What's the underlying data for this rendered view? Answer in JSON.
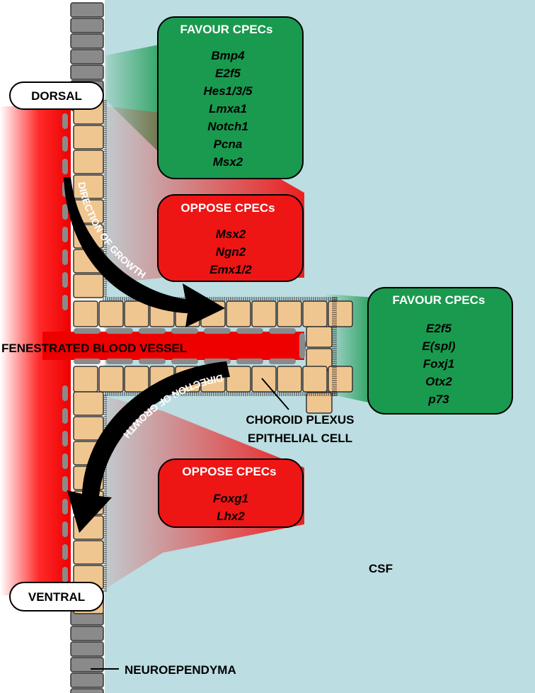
{
  "labels": {
    "dorsal": "DORSAL",
    "ventral": "VENTRAL",
    "vessel": "FENESTRATED BLOOD VESSEL",
    "csf": "CSF",
    "neuroependyma": "NEUROEPENDYMA",
    "cpec_line1": "CHOROID PLEXUS",
    "cpec_line2": "EPITHELIAL CELL",
    "growth_upper": "DIRECTION OF GROWTH",
    "growth_lower": "DIRECTION OF GROWTH"
  },
  "boxes": {
    "favour_dorsal": {
      "title": "FAVOUR CPECs",
      "genes": [
        "Bmp4",
        "E2f5",
        "Hes1/3/5",
        "Lmxa1",
        "Notch1",
        "Pcna",
        "Msx2"
      ]
    },
    "oppose_dorsal": {
      "title": "OPPOSE CPECs",
      "genes": [
        "Msx2",
        "Ngn2",
        "Emx1/2"
      ]
    },
    "favour_tip": {
      "title": "FAVOUR CPECs",
      "genes": [
        "E2f5",
        "E(spl)",
        "Foxj1",
        "Otx2",
        "p73"
      ]
    },
    "oppose_ventral": {
      "title": "OPPOSE CPECs",
      "genes": [
        "Foxg1",
        "Lhx2"
      ]
    }
  },
  "colors": {
    "csf": "#bcdde1",
    "favour": "#1a9a4f",
    "oppose": "#ee1515",
    "cell": "#f0c690",
    "neuro": "#8a8a8a"
  }
}
